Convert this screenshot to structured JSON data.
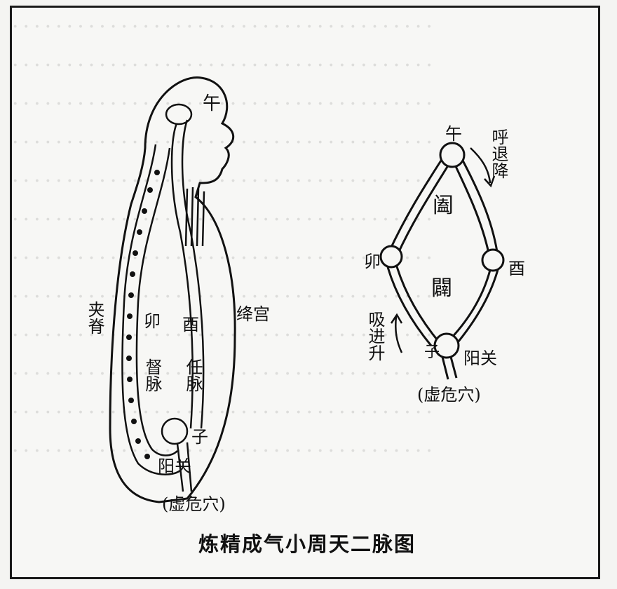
{
  "caption": "炼精成气小周天二脉图",
  "left_figure": {
    "top_point": "午",
    "spine_label": "夹脊",
    "front_channel_left": "卯",
    "front_channel_label": "督脉",
    "center_label_top": "酉",
    "center_label": "任脉",
    "right_label": "绛宫",
    "bottom_point": "子",
    "bottom_side": "阳关",
    "base_label": "(虚危穴)"
  },
  "right_figure": {
    "top_point": "午",
    "descend_label": "呼退降",
    "upper_label": "阖",
    "left_point": "卯",
    "right_point": "酉",
    "lower_label": "闢",
    "ascend_label": "吸进升",
    "bottom_point": "子",
    "bottom_side": "阳关",
    "base_label": "(虚危穴)"
  }
}
